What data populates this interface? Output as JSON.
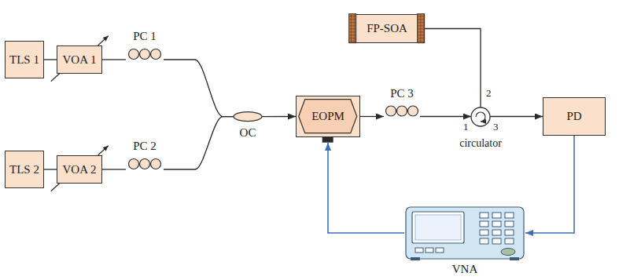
{
  "diagram": {
    "nodes": [
      {
        "text": [
          "TLS 1"
        ]
      },
      {
        "text": [
          "VOA 1"
        ]
      },
      {
        "text": [
          "PC 1"
        ]
      },
      {
        "text": [
          "FP-SOA"
        ]
      },
      {
        "text": [
          "TLS 2"
        ]
      },
      {
        "text": [
          "VOA 2"
        ]
      },
      {
        "text": [
          "PC 2"
        ]
      },
      {
        "text": [
          "OC"
        ]
      },
      {
        "text": [
          "EOPM"
        ]
      },
      {
        "text": [
          "PC 3"
        ]
      },
      {
        "text": [
          "circulator"
        ]
      },
      {
        "text": [
          "PD"
        ]
      },
      {
        "text": [
          "VNA"
        ]
      }
    ],
    "edges": [
      {
        "from": 0,
        "to": 1,
        "arrow": "none"
      },
      {
        "from": 1,
        "to": 2,
        "arrow": "none"
      },
      {
        "from": 2,
        "to": 7,
        "arrow": "none"
      },
      {
        "from": 4,
        "to": 5,
        "arrow": "none"
      },
      {
        "from": 5,
        "to": 6,
        "arrow": "none"
      },
      {
        "from": 6,
        "to": 7,
        "arrow": "none"
      },
      {
        "from": 7,
        "to": 8,
        "arrow": "to"
      },
      {
        "from": 8,
        "to": 9,
        "arrow": "to"
      },
      {
        "from": 9,
        "to": 10,
        "arrow": "to"
      },
      {
        "from": 10,
        "to": 3,
        "arrow": "none"
      },
      {
        "from": 10,
        "to": 11,
        "arrow": "to"
      },
      {
        "from": 11,
        "to": 12,
        "arrow": "to"
      },
      {
        "from": 12,
        "to": 8,
        "arrow": "to"
      }
    ],
    "labels": [
      "1",
      "2",
      "3"
    ]
  }
}
